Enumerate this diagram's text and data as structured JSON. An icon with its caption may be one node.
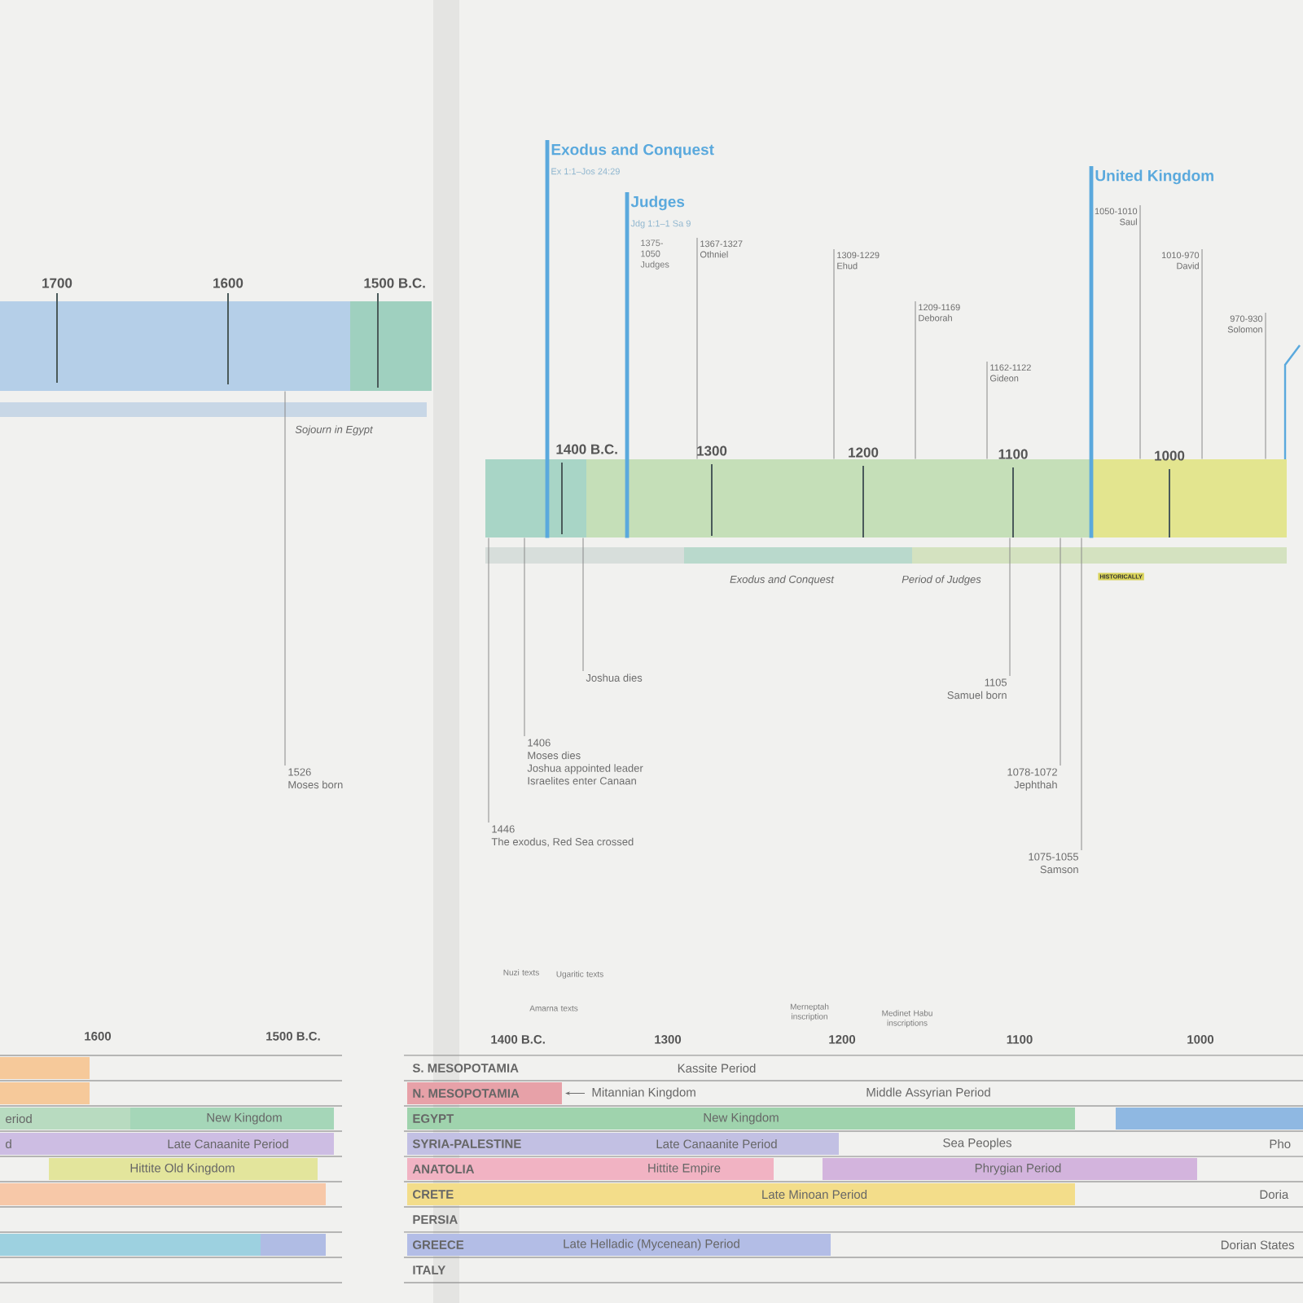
{
  "diagram": {
    "nodes": [
      {
        "text": [
          "Exodus and Conquest",
          "Ex 1:1–Jos 24:29"
        ]
      },
      {
        "text": [
          "Judges",
          "Jdg 1:1–1 Sa 9"
        ]
      },
      {
        "text": [
          "United Kingdom"
        ]
      },
      {
        "text": [],
        "shape": "bar"
      },
      {
        "text": [],
        "shape": "bar"
      },
      {
        "text": [
          "1367-1327",
          "Othniel"
        ]
      },
      {
        "text": [
          "1309-1229",
          "Ehud"
        ]
      },
      {
        "text": [
          "1209-1169",
          "Deborah"
        ]
      },
      {
        "text": [
          "1162-1122",
          "Gideon"
        ]
      },
      {
        "text": [
          "1050-1010",
          "Saul"
        ]
      },
      {
        "text": [
          "1010-970",
          "David"
        ]
      },
      {
        "text": [
          "970-930",
          "Solomon"
        ]
      },
      {
        "text": [
          "1526",
          "Moses born"
        ]
      },
      {
        "text": [
          "1446",
          "The exodus, Red Sea crossed"
        ]
      },
      {
        "text": [
          "1406",
          "Moses dies",
          "Joshua appointed leader",
          "Israelites enter Canaan"
        ]
      },
      {
        "text": [
          "Joshua dies"
        ]
      },
      {
        "text": [
          "1105",
          "Samuel born"
        ]
      },
      {
        "text": [
          "1078-1072",
          "Jephthah"
        ]
      },
      {
        "text": [
          "1075-1055",
          "Samson"
        ]
      }
    ],
    "edges": [
      {
        "from": 0,
        "to": 4,
        "arrow": "none",
        "style": "thick",
        "color": "#5aa9dd"
      },
      {
        "from": 1,
        "to": 4,
        "arrow": "none",
        "style": "thick",
        "color": "#5aa9dd"
      },
      {
        "from": 2,
        "to": 4,
        "arrow": "none",
        "style": "thick",
        "color": "#5aa9dd"
      },
      {
        "from": 5,
        "to": 4,
        "arrow": "none"
      },
      {
        "from": 6,
        "to": 4,
        "arrow": "none"
      },
      {
        "from": 7,
        "to": 4,
        "arrow": "none"
      },
      {
        "from": 8,
        "to": 4,
        "arrow": "none"
      },
      {
        "from": 9,
        "to": 4,
        "arrow": "none"
      },
      {
        "from": 10,
        "to": 4,
        "arrow": "none"
      },
      {
        "from": 11,
        "to": 4,
        "arrow": "none"
      },
      {
        "from": 12,
        "to": 3,
        "arrow": "none"
      },
      {
        "from": 13,
        "to": 4,
        "arrow": "none"
      },
      {
        "from": 14,
        "to": 4,
        "arrow": "none"
      },
      {
        "from": 15,
        "to": 4,
        "arrow": "none"
      },
      {
        "from": 16,
        "to": 4,
        "arrow": "none"
      },
      {
        "from": 17,
        "to": 4,
        "arrow": "none"
      },
      {
        "from": 18,
        "to": 4,
        "arrow": "none"
      }
    ],
    "labels": [
      "1700",
      "1600",
      "1500 B.C.",
      "Sojourn in Egypt",
      "1400 B.C.",
      "1300",
      "1200",
      "1100",
      "1000",
      "Exodus and Conquest",
      "Period of Judges",
      "HISTORICALLY",
      "1375-1050 Judges",
      "1600",
      "1500 B.C.",
      "Nuzi texts",
      "Ugaritic texts",
      "Amarna texts",
      "Merneptah inscription",
      "Medinet Habu inscriptions",
      "1400 B.C.",
      "1300",
      "1200",
      "1100",
      "1000",
      "S. MESOPOTAMIA",
      "Kassite Period",
      "N. MESOPOTAMIA",
      "Mitannian Kingdom",
      "Middle Assyrian Period",
      "eriod",
      "New Kingdom",
      "EGYPT",
      "New Kingdom",
      "d",
      "Late Canaanite Period",
      "SYRIA-PALESTINE",
      "Late Canaanite Period",
      "Sea Peoples",
      "Pho",
      "Hittite Old Kingdom",
      "ANATOLIA",
      "Hittite Empire",
      "Phrygian Period",
      "CRETE",
      "Late Minoan Period",
      "Doria",
      "PERSIA",
      "GREECE",
      "Late Helladic (Mycenean) Period",
      "Dorian States",
      "ITALY"
    ]
  }
}
